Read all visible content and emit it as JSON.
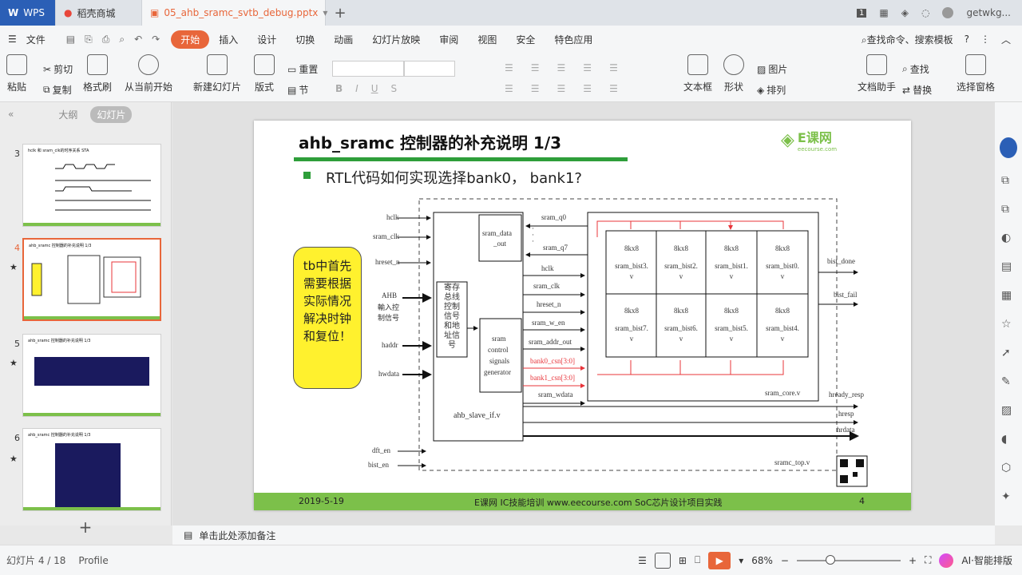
{
  "tabs": [
    {
      "label": "WPS"
    },
    {
      "label": "稻壳商城"
    },
    {
      "label": "05_ahb_sramc_svtb_debug.pptx"
    }
  ],
  "window": {
    "user": "getwkg...",
    "badge": "1"
  },
  "menu": {
    "file": "文件",
    "items": [
      "开始",
      "插入",
      "设计",
      "切换",
      "动画",
      "幻灯片放映",
      "审阅",
      "视图",
      "安全",
      "特色应用"
    ],
    "search": "查找命令、搜索模板",
    "help": "?"
  },
  "toolbar": {
    "paste": "粘贴",
    "cut": "剪切",
    "copy": "复制",
    "format_painter": "格式刷",
    "from_current": "从当前开始",
    "new_slide": "新建幻灯片",
    "layout": "版式",
    "reset": "重置",
    "section": "节",
    "textbox": "文本框",
    "shape": "形状",
    "picture": "图片",
    "arrange": "排列",
    "doc_helper": "文档助手",
    "find": "查找",
    "replace": "替换",
    "selection_pane": "选择窗格",
    "font_name": "",
    "font_size": ""
  },
  "panel": {
    "outline": "大纲",
    "slides": "幻灯片",
    "thumbs": [
      {
        "num": "3",
        "title": "hclk 和 sram_clk的时序关系 STA"
      },
      {
        "num": "4",
        "title": "ahb_sramc 控制器的补充说明 1/3"
      },
      {
        "num": "5",
        "title": "ahb_sramc 控制器的补充说明 1/3"
      },
      {
        "num": "6",
        "title": "ahb_sramc 控制器的补充说明 1/3"
      }
    ],
    "add": "+"
  },
  "slide": {
    "title": "ahb_sramc 控制器的补充说明 1/3",
    "logo": "E课网",
    "logo_sub": "eecourse.com",
    "bullet": "RTL代码如何实现选择bank0， bank1?",
    "callout": "tb中首先需要根据实际情况解决时钟和复位！",
    "inputs": [
      "hclk",
      "sram_clk",
      "hreset_n",
      "AHB",
      "輸入控",
      "制信号",
      "haddr",
      "hwdata",
      "dft_en",
      "bist_en"
    ],
    "regs_box": "寄存总线控制信号和地址信号",
    "data_out_box": [
      "sram_data",
      "_out"
    ],
    "ctrl_box": [
      "sram",
      "control",
      "signals",
      "generator"
    ],
    "slave_label": "ahb_slave_if.v",
    "mid_signals": [
      "sram_q0",
      "·",
      "·",
      "·",
      "sram_q7",
      "hclk",
      "sram_clk",
      "hreset_n",
      "sram_w_en",
      "sram_addr_out",
      "bank0_csn[3:0]",
      "bank1_csn[3:0]",
      "sram_wdata"
    ],
    "cells": [
      [
        "8kx8",
        "sram_bist3.",
        "v"
      ],
      [
        "8kx8",
        "sram_bist2.",
        "v"
      ],
      [
        "8kx8",
        "sram_bist1.",
        "v"
      ],
      [
        "8kx8",
        "sram_bist0.",
        "v"
      ],
      [
        "8kx8",
        "sram_bist7.",
        "v"
      ],
      [
        "8kx8",
        "sram_bist6.",
        "v"
      ],
      [
        "8kx8",
        "sram_bist5.",
        "v"
      ],
      [
        "8kx8",
        "sram_bist4.",
        "v"
      ]
    ],
    "core_label": "sram_core.v",
    "top_label": "sramc_top.v",
    "outputs": [
      "bist_done",
      "bist_fail",
      "hready_resp",
      "hresp",
      "hrdata"
    ],
    "footer_date": "2019-5-19",
    "footer_text": "E课网 IC技能培训 www.eecourse.com SoC芯片设计项目实践",
    "page": "4",
    "colors": {
      "title_bar": "#2e9e3a",
      "footer": "#7cc04a",
      "callout": "#fff12e",
      "red": "#e8343a"
    }
  },
  "notes": "单击此处添加备注",
  "status": {
    "slide_count": "幻灯片 4 / 18",
    "profile": "Profile",
    "zoom": "68%",
    "ai": "AI·智能排版"
  }
}
